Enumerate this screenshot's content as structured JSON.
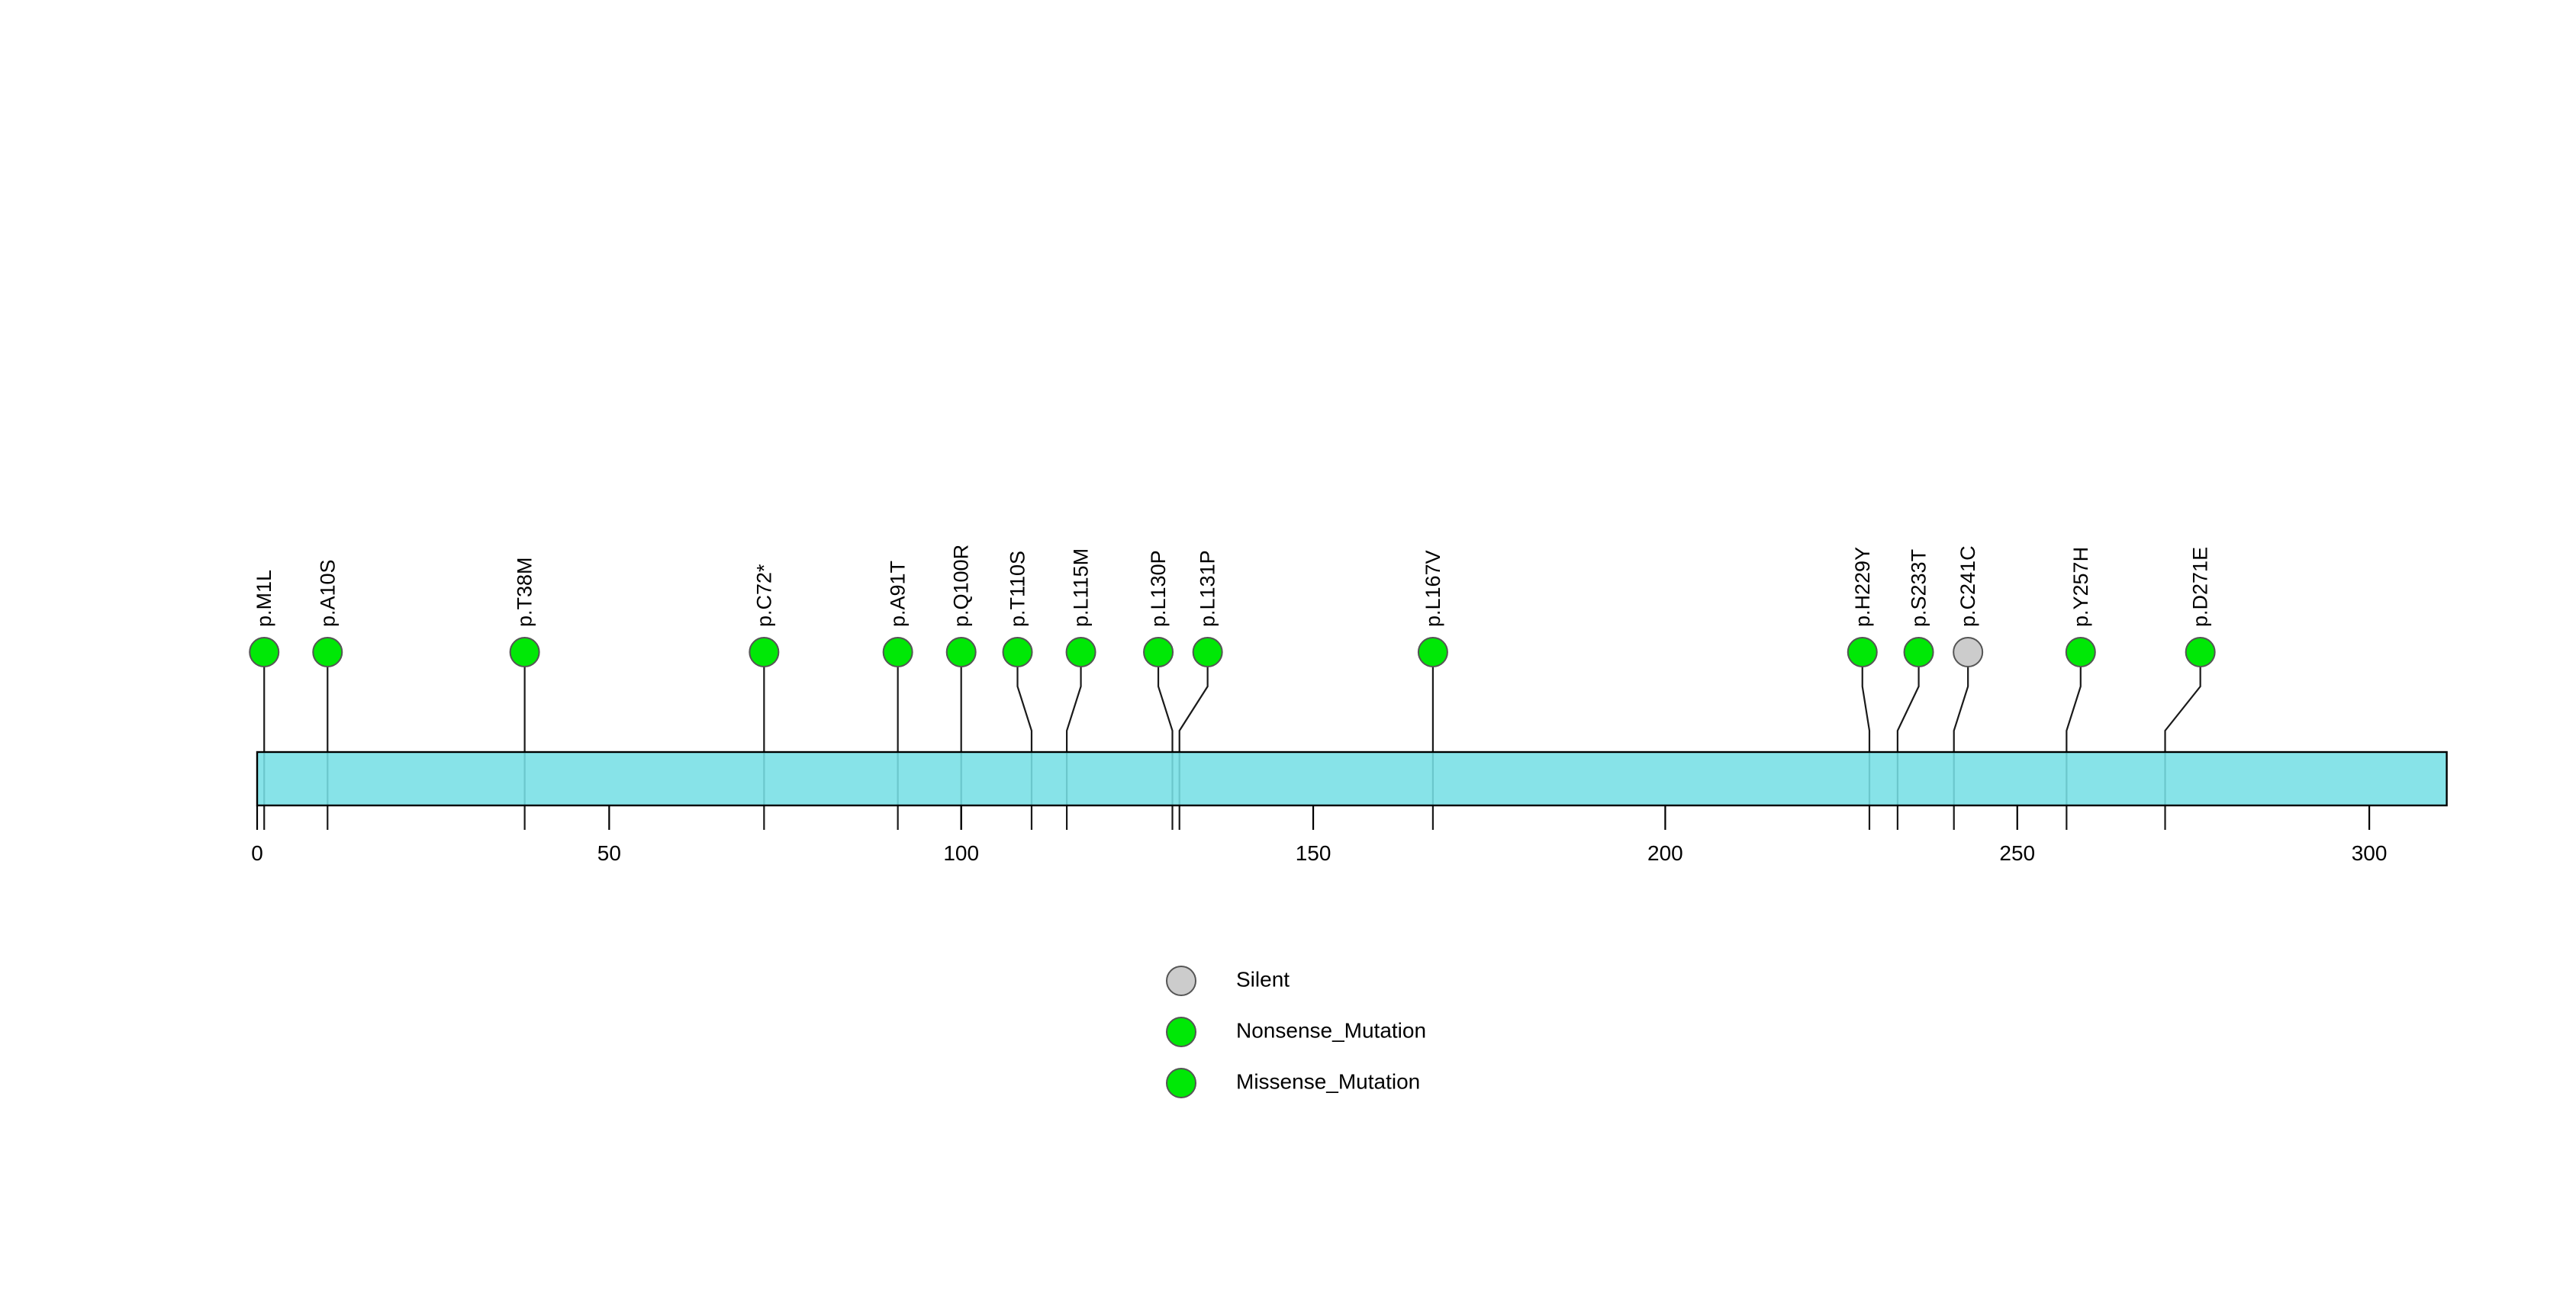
{
  "chart_data": {
    "type": "lollipop",
    "title": "",
    "xlabel": "",
    "ylabel": "",
    "xlim": [
      0,
      311
    ],
    "grid": false,
    "protein_length": 311,
    "axis_ticks": [
      0,
      50,
      100,
      150,
      200,
      250,
      300
    ],
    "axis_tick_labels": [
      "0",
      "50",
      "100",
      "150",
      "200",
      "250",
      "300"
    ],
    "backbone": {
      "label": "",
      "color": "#76DFE5",
      "start": 0,
      "end": 311
    },
    "mutations": [
      {
        "label": "p.M1L",
        "position": 1,
        "type": "Missense_Mutation",
        "color": "#00E806",
        "count": 1,
        "label_x": 1,
        "marker_x": 1
      },
      {
        "label": "p.A10S",
        "position": 10,
        "type": "Missense_Mutation",
        "color": "#00E806",
        "count": 1,
        "label_x": 10,
        "marker_x": 10
      },
      {
        "label": "p.T38M",
        "position": 38,
        "type": "Missense_Mutation",
        "color": "#00E806",
        "count": 1,
        "label_x": 38,
        "marker_x": 38
      },
      {
        "label": "p.C72*",
        "position": 72,
        "type": "Nonsense_Mutation",
        "color": "#00E806",
        "count": 1,
        "label_x": 72,
        "marker_x": 72
      },
      {
        "label": "p.A91T",
        "position": 91,
        "type": "Missense_Mutation",
        "color": "#00E806",
        "count": 1,
        "label_x": 91,
        "marker_x": 91
      },
      {
        "label": "p.Q100R",
        "position": 100,
        "type": "Missense_Mutation",
        "color": "#00E806",
        "count": 1,
        "label_x": 100,
        "marker_x": 100
      },
      {
        "label": "p.T110S",
        "position": 110,
        "type": "Missense_Mutation",
        "color": "#00E806",
        "count": 1,
        "label_x": 108,
        "marker_x": 108
      },
      {
        "label": "p.L115M",
        "position": 115,
        "type": "Missense_Mutation",
        "color": "#00E806",
        "count": 1,
        "label_x": 117,
        "marker_x": 117
      },
      {
        "label": "p.L130P",
        "position": 130,
        "type": "Missense_Mutation",
        "color": "#00E806",
        "count": 1,
        "label_x": 128,
        "marker_x": 128
      },
      {
        "label": "p.L131P",
        "position": 131,
        "type": "Missense_Mutation",
        "color": "#00E806",
        "count": 1,
        "label_x": 135,
        "marker_x": 135
      },
      {
        "label": "p.L167V",
        "position": 167,
        "type": "Missense_Mutation",
        "color": "#00E806",
        "count": 1,
        "label_x": 167,
        "marker_x": 167
      },
      {
        "label": "p.H229Y",
        "position": 229,
        "type": "Missense_Mutation",
        "color": "#00E806",
        "count": 1,
        "label_x": 228,
        "marker_x": 228
      },
      {
        "label": "p.S233T",
        "position": 233,
        "type": "Missense_Mutation",
        "color": "#00E806",
        "count": 1,
        "label_x": 236,
        "marker_x": 236
      },
      {
        "label": "p.C241C",
        "position": 241,
        "type": "Silent",
        "color": "#CCCCCC",
        "count": 1,
        "label_x": 243,
        "marker_x": 243
      },
      {
        "label": "p.Y257H",
        "position": 257,
        "type": "Missense_Mutation",
        "color": "#00E806",
        "count": 1,
        "label_x": 259,
        "marker_x": 259
      },
      {
        "label": "p.D271E",
        "position": 271,
        "type": "Missense_Mutation",
        "color": "#00E806",
        "count": 1,
        "label_x": 276,
        "marker_x": 276
      }
    ],
    "legend": {
      "position": "bottom",
      "entries": [
        {
          "label": "Silent",
          "color": "#CCCCCC"
        },
        {
          "label": "Nonsense_Mutation",
          "color": "#00E806"
        },
        {
          "label": "Missense_Mutation",
          "color": "#00E806"
        }
      ]
    }
  },
  "colors": {
    "background": "#FFFFFF",
    "backbone": "#76DFE5",
    "backbone_stroke": "#000000",
    "green": "#00E806",
    "grey": "#CCCCCC",
    "stem": "#1A1A1A",
    "text": "#000000"
  }
}
